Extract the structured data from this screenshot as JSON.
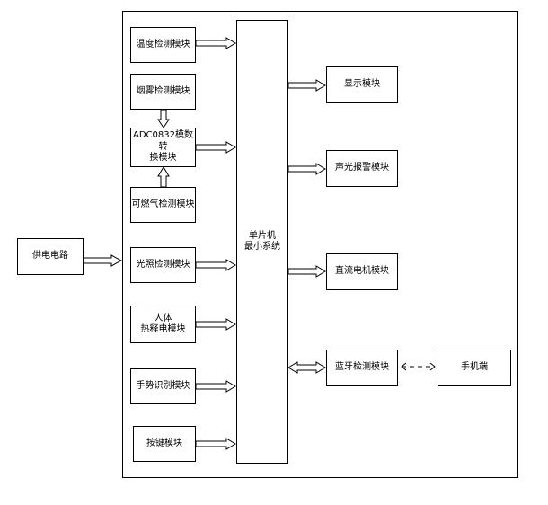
{
  "power": {
    "label": "供电电路"
  },
  "mcu": {
    "label": "单片机\n最小系统"
  },
  "inputs": {
    "temperature": "温度检测模块",
    "smoke": "烟雾检测模块",
    "adc": "ADC0832模数转\n换模块",
    "gas": "可燃气检测模块",
    "light": "光照检测模块",
    "pir": "人体\n热释电模块",
    "gesture": "手势识别模块",
    "keys": "按键模块"
  },
  "outputs": {
    "display": "显示模块",
    "alarm": "声光报警模块",
    "motor": "直流电机模块",
    "bluetooth": "蓝牙检测模块",
    "phone": "手机端"
  }
}
